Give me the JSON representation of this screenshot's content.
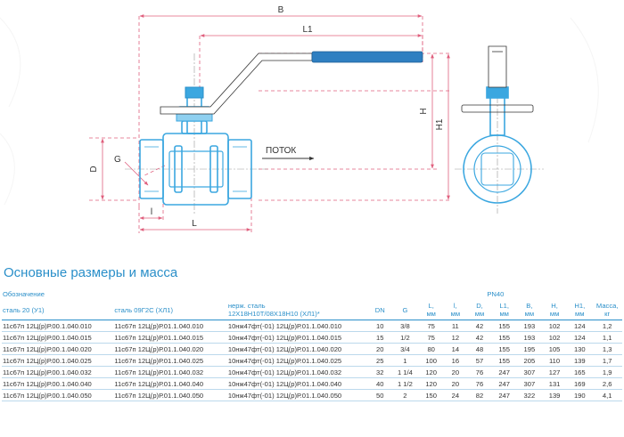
{
  "drawing": {
    "dims": {
      "B": "B",
      "L1": "L1",
      "H": "H",
      "H1": "H1",
      "D": "D",
      "G": "G",
      "l": "l",
      "L": "L"
    },
    "flow_label": "ПОТОК"
  },
  "section_title": "Основные размеры и масса",
  "table": {
    "group_header": "Обозначение",
    "pn_header": "PN40",
    "col_headers": {
      "steel20": "сталь 20 (У1)",
      "steel09": "сталь 09Г2С (ХЛ1)",
      "stainless_line1": "нерж. сталь",
      "stainless_line2": "12Х18Н10Т/08Х18Н10 (ХЛ1)*",
      "dn": "DN",
      "g": "G",
      "L_name": "L,",
      "L_unit": "мм",
      "l_name": "l,",
      "l_unit": "мм",
      "D_name": "D,",
      "D_unit": "мм",
      "L1_name": "L1,",
      "L1_unit": "мм",
      "B_name": "B,",
      "B_unit": "мм",
      "H_name": "H,",
      "H_unit": "мм",
      "H1_name": "H1,",
      "H1_unit": "мм",
      "mass_name": "Масса,",
      "mass_unit": "кг"
    },
    "rows": [
      {
        "steel20": "11с67п 12Ц(р)Р.00.1.040.010",
        "steel09": "11с67п 12Ц(р)Р.01.1.040.010",
        "stainless": "10нж47фт(-01) 12Ц(р)Р.01.1.040.010",
        "dn": "10",
        "g": "3/8",
        "L": "75",
        "l": "11",
        "D": "42",
        "L1": "155",
        "B": "193",
        "H": "102",
        "H1": "124",
        "mass": "1,2"
      },
      {
        "steel20": "11с67п 12Ц(р)Р.00.1.040.015",
        "steel09": "11с67п 12Ц(р)Р.01.1.040.015",
        "stainless": "10нж47фт(-01) 12Ц(р)Р.01.1.040.015",
        "dn": "15",
        "g": "1/2",
        "L": "75",
        "l": "12",
        "D": "42",
        "L1": "155",
        "B": "193",
        "H": "102",
        "H1": "124",
        "mass": "1,1"
      },
      {
        "steel20": "11с67п 12Ц(р)Р.00.1.040.020",
        "steel09": "11с67п 12Ц(р)Р.01.1.040.020",
        "stainless": "10нж47фт(-01) 12Ц(р)Р.01.1.040.020",
        "dn": "20",
        "g": "3/4",
        "L": "80",
        "l": "14",
        "D": "48",
        "L1": "155",
        "B": "195",
        "H": "105",
        "H1": "130",
        "mass": "1,3"
      },
      {
        "steel20": "11с67п 12Ц(р)Р.00.1.040.025",
        "steel09": "11с67п 12Ц(р)Р.01.1.040.025",
        "stainless": "10нж47фт(-01) 12Ц(р)Р.01.1.040.025",
        "dn": "25",
        "g": "1",
        "L": "100",
        "l": "16",
        "D": "57",
        "L1": "155",
        "B": "205",
        "H": "110",
        "H1": "139",
        "mass": "1,7"
      },
      {
        "steel20": "11с67п 12Ц(р)Р.00.1.040.032",
        "steel09": "11с67п 12Ц(р)Р.01.1.040.032",
        "stainless": "10нж47фт(-01) 12Ц(р)Р.01.1.040.032",
        "dn": "32",
        "g": "1 1/4",
        "L": "120",
        "l": "20",
        "D": "76",
        "L1": "247",
        "B": "307",
        "H": "127",
        "H1": "165",
        "mass": "1,9"
      },
      {
        "steel20": "11с67п 12Ц(р)Р.00.1.040.040",
        "steel09": "11с67п 12Ц(р)Р.01.1.040.040",
        "stainless": "10нж47фт(-01) 12Ц(р)Р.01.1.040.040",
        "dn": "40",
        "g": "1 1/2",
        "L": "120",
        "l": "20",
        "D": "76",
        "L1": "247",
        "B": "307",
        "H": "131",
        "H1": "169",
        "mass": "2,6"
      },
      {
        "steel20": "11с67п 12Ц(р)Р.00.1.040.050",
        "steel09": "11с67п 12Ц(р)Р.01.1.040.050",
        "stainless": "10нж47фт(-01) 12Ц(р)Р.01.1.040.050",
        "dn": "50",
        "g": "2",
        "L": "150",
        "l": "24",
        "D": "82",
        "L1": "247",
        "B": "322",
        "H": "139",
        "H1": "190",
        "mass": "4,1"
      }
    ]
  },
  "colors": {
    "accent": "#2a8fc9",
    "handle": "#2f7fc1",
    "body_blue": "#3ba7e0",
    "dimension": "#e0607e"
  }
}
